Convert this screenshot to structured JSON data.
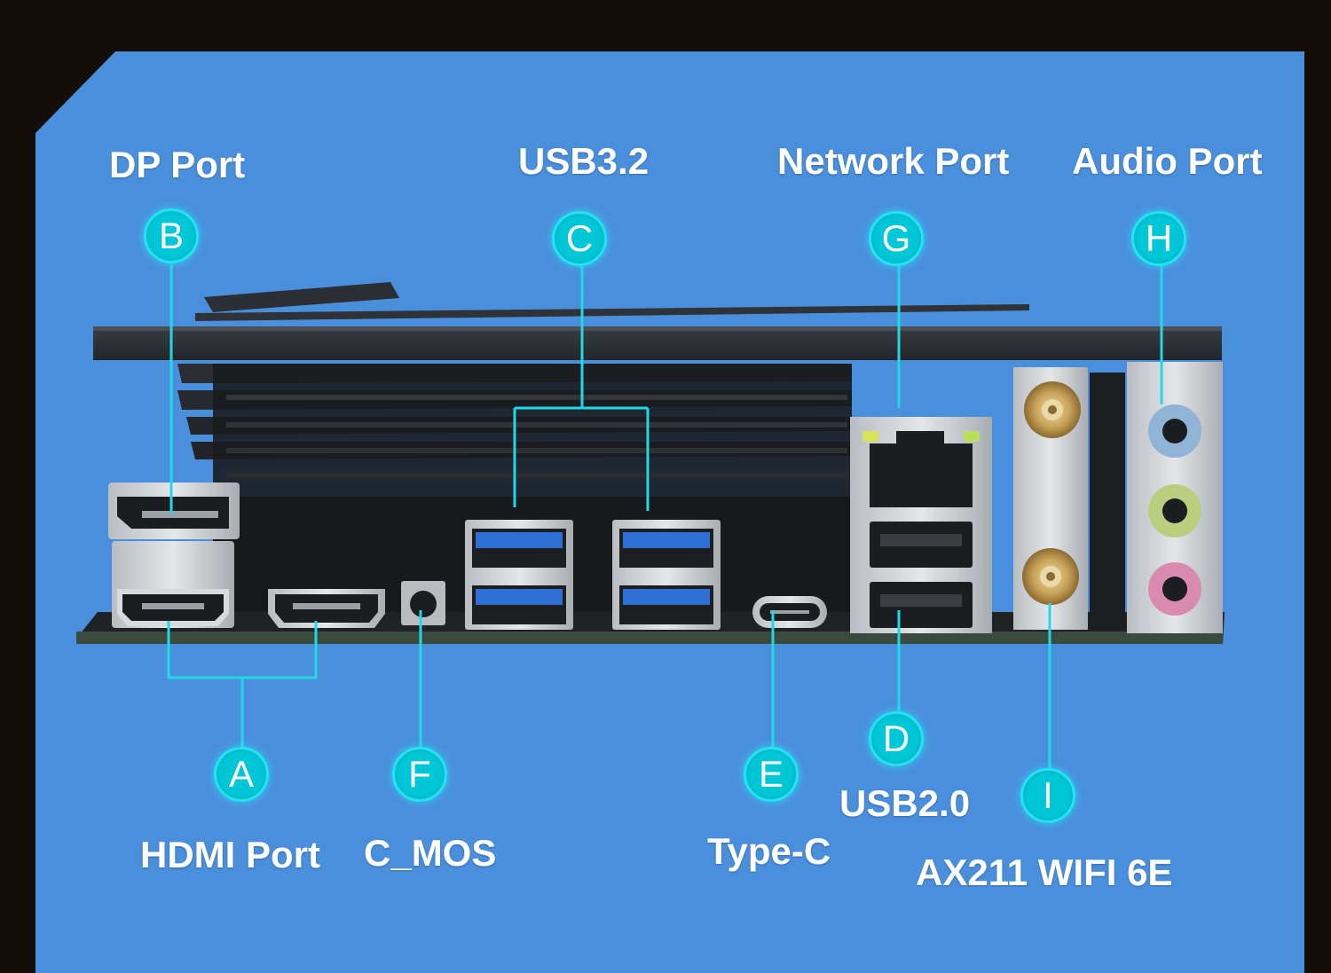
{
  "ports": [
    {
      "id": "A",
      "label": "HDMI Port"
    },
    {
      "id": "B",
      "label": "DP Port"
    },
    {
      "id": "C",
      "label": "USB3.2"
    },
    {
      "id": "D",
      "label": "USB2.0"
    },
    {
      "id": "E",
      "label": "Type-C"
    },
    {
      "id": "F",
      "label": "C_MOS"
    },
    {
      "id": "G",
      "label": "Network Port"
    },
    {
      "id": "H",
      "label": "Audio Port"
    },
    {
      "id": "I",
      "label": "AX211 WIFI 6E"
    }
  ],
  "colors": {
    "background": "#4a8fdc",
    "frame": "#140e0b",
    "callout": "#22d8e6",
    "badge": "#00c7d8",
    "heatsink": "#2a2d31",
    "pcb": "#1c1e20",
    "usb3_blue": "#2e6fd6",
    "audio_blue": "#8fb4d6",
    "audio_green": "#b9cf7f",
    "audio_pink": "#d88ab0"
  }
}
